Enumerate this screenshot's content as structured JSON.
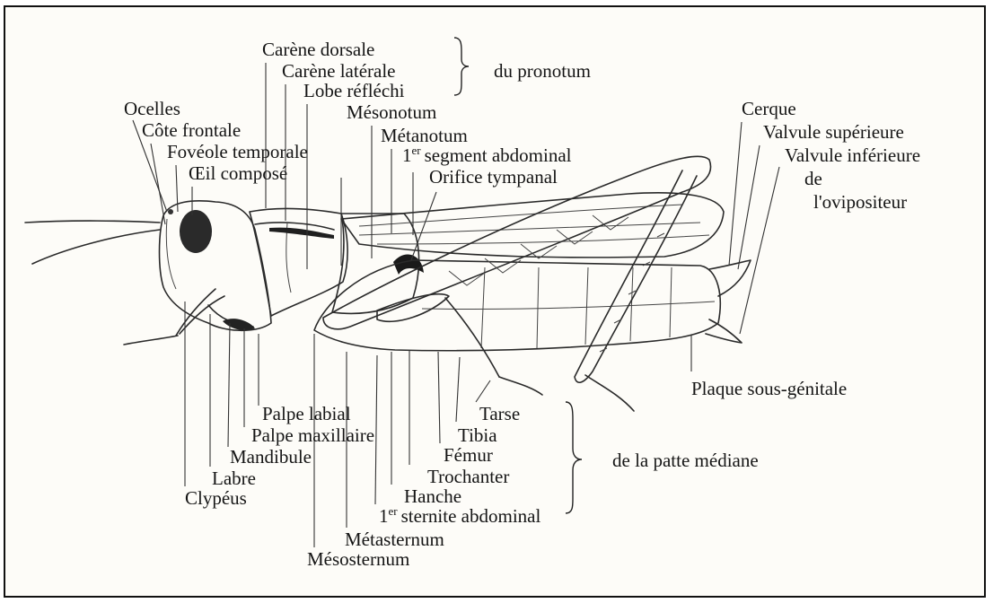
{
  "labels": {
    "carene_dorsale": "Carène dorsale",
    "carene_laterale": "Carène latérale",
    "lobe_reflechi": "Lobe réfléchi",
    "du_pronotum": "du pronotum",
    "ocelles": "Ocelles",
    "cote_frontale": "Côte frontale",
    "foveole_temporale": "Fovéole temporale",
    "oeil_compose": "Œil composé",
    "mesonotum": "Mésonotum",
    "metanotum": "Métanotum",
    "segment_abdominal_num": "1",
    "segment_abdominal_sup": "er",
    "segment_abdominal": "segment abdominal",
    "orifice_tympanal": "Orifice tympanal",
    "cerque": "Cerque",
    "valvule_superieure": "Valvule supérieure",
    "valvule_inferieure": "Valvule inférieure",
    "de": "de",
    "ovipositeur": "l'ovipositeur",
    "plaque_sous_genitale": "Plaque sous-génitale",
    "palpe_labial": "Palpe labial",
    "palpe_maxillaire": "Palpe maxillaire",
    "mandibule": "Mandibule",
    "labre": "Labre",
    "clypeus": "Clypéus",
    "tarse": "Tarse",
    "tibia": "Tibia",
    "femur": "Fémur",
    "trochanter": "Trochanter",
    "hanche": "Hanche",
    "sternite_num": "1",
    "sternite_sup": "er",
    "sternite": "sternite abdominal",
    "metasternum": "Métasternum",
    "mesosternum": "Mésosternum",
    "patte_mediane": "de la patte médiane"
  }
}
